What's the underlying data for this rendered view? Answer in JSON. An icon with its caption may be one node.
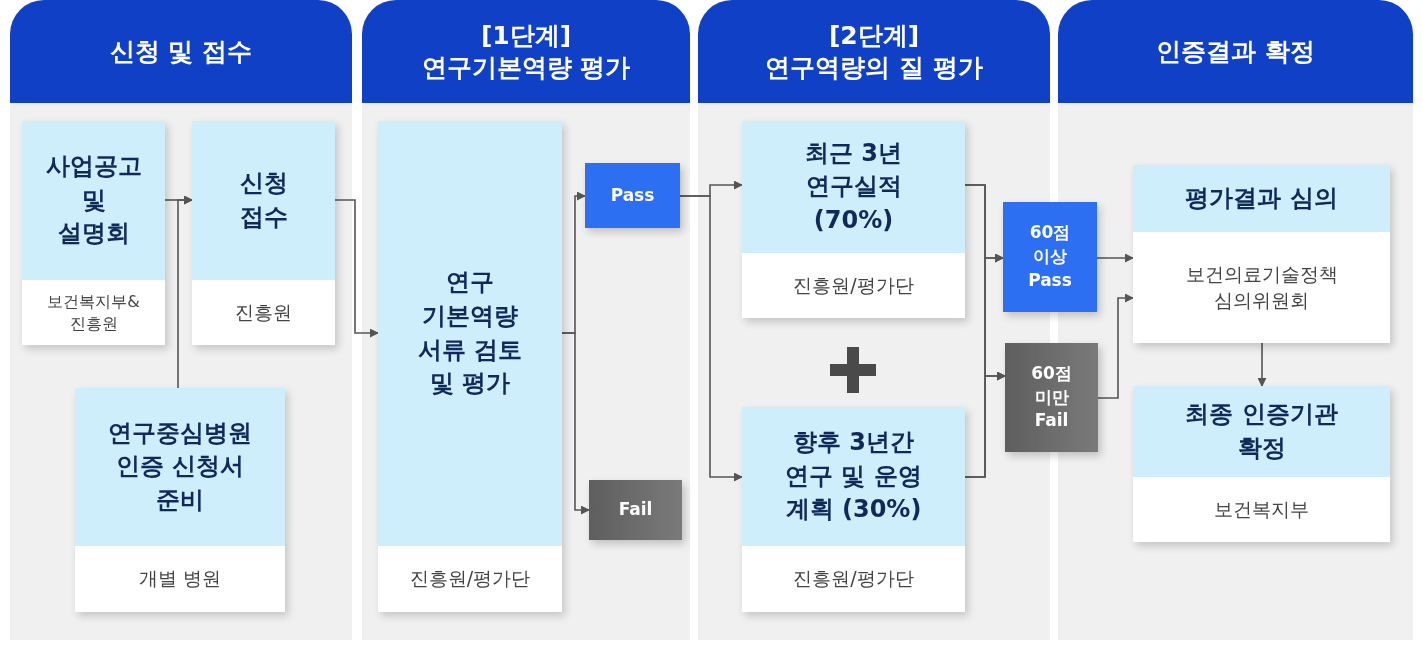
{
  "diagram": {
    "nodes": [
      {
        "text": [
          "신청 및 접수"
        ]
      },
      {
        "text": [
          "사업공고 및 설명회",
          "보건복지부& 진흥원"
        ],
        "in": 0
      },
      {
        "text": [
          "신청 접수",
          "진흥원"
        ],
        "in": 0
      },
      {
        "text": [
          "연구중심병원 인증 신청서 준비",
          "개별 병원"
        ],
        "in": 0
      },
      {
        "text": [
          "[1단계]",
          "연구기본역량 평가"
        ]
      },
      {
        "text": [
          "연구 기본역량 서류 검토 및 평가",
          "진흥원/평가단"
        ],
        "in": 4
      },
      {
        "text": [
          "Pass"
        ],
        "in": 4
      },
      {
        "text": [
          "Fail"
        ],
        "in": 4
      },
      {
        "text": [
          "[2단계]",
          "연구역량의 질 평가"
        ]
      },
      {
        "text": [
          "최근 3년 연구실적 (70%)",
          "진흥원/평가단"
        ],
        "in": 8
      },
      {
        "text": [
          "향후 3년간 연구 및 운영 계획 (30%)",
          "진흥원/평가단"
        ],
        "in": 8
      },
      {
        "text": [
          "60점 이상 Pass"
        ]
      },
      {
        "text": [
          "60점 미만 Fail"
        ]
      },
      {
        "text": [
          "인증결과 확정"
        ]
      },
      {
        "text": [
          "평가결과 심의",
          "보건의료기술정책 심의위원회"
        ],
        "in": 13
      },
      {
        "text": [
          "최종 인증기관 확정",
          "보건복지부"
        ],
        "in": 13
      }
    ],
    "edges": [
      {
        "from": 1,
        "to": 2,
        "arrow": "to"
      },
      {
        "from": 3,
        "to": 2,
        "arrow": "to"
      },
      {
        "from": 2,
        "to": 5,
        "arrow": "to"
      },
      {
        "from": 5,
        "to": 6,
        "arrow": "to"
      },
      {
        "from": 5,
        "to": 7,
        "arrow": "to"
      },
      {
        "from": 6,
        "to": 9,
        "arrow": "to"
      },
      {
        "from": 6,
        "to": 10,
        "arrow": "to"
      },
      {
        "from": 9,
        "to": 11,
        "arrow": "to"
      },
      {
        "from": 9,
        "to": 12,
        "arrow": "to"
      },
      {
        "from": 10,
        "to": 11,
        "arrow": "to"
      },
      {
        "from": 10,
        "to": 12,
        "arrow": "to"
      },
      {
        "from": 11,
        "to": 14,
        "arrow": "to"
      },
      {
        "from": 12,
        "to": 14,
        "arrow": "to"
      },
      {
        "from": 14,
        "to": 15,
        "arrow": "to"
      }
    ]
  }
}
